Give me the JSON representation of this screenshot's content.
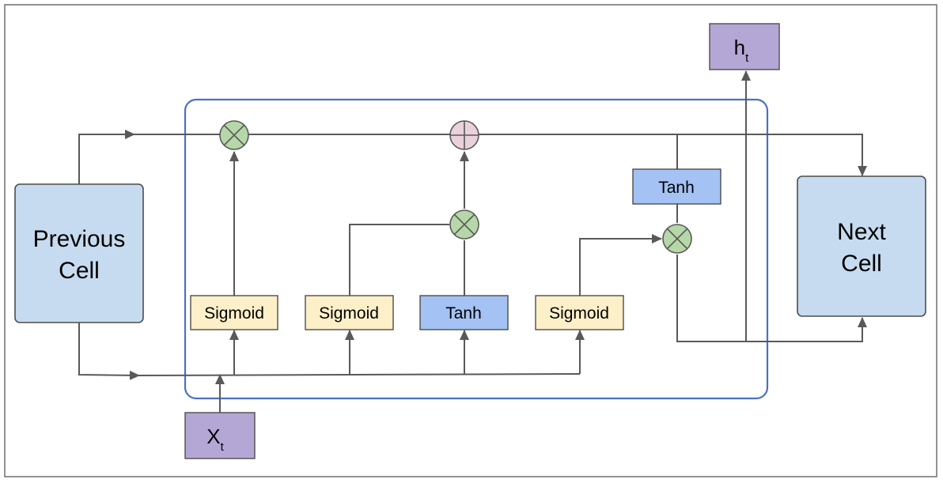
{
  "diagram": {
    "previous_cell": {
      "line1": "Previous",
      "line2": "Cell"
    },
    "next_cell": {
      "line1": "Next",
      "line2": "Cell"
    },
    "gates": {
      "sigmoid_1": "Sigmoid",
      "sigmoid_2": "Sigmoid",
      "tanh_gate": "Tanh",
      "sigmoid_3": "Sigmoid",
      "tanh_output": "Tanh"
    },
    "input": {
      "base": "X",
      "sub": "t"
    },
    "output": {
      "base": "h",
      "sub": "t"
    },
    "colors": {
      "cell": "#c6dbef",
      "sigmoid": "#fdf0c9",
      "tanh": "#a4c2f4",
      "io": "#b4a7d6",
      "multiply": "#b6d7a8",
      "add": "#ead1dc",
      "cell_border": "#4a72c4"
    },
    "icons": {
      "multiply": "multiply-circle-icon",
      "add": "plus-circle-icon"
    }
  }
}
